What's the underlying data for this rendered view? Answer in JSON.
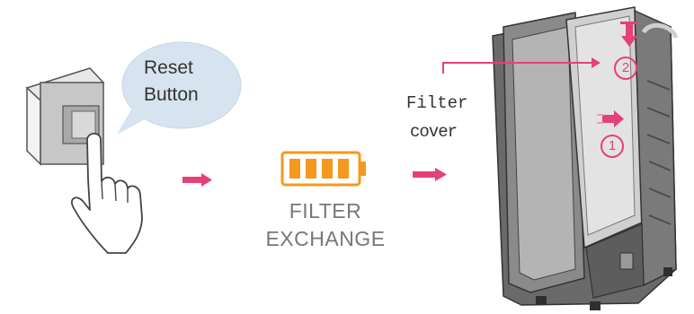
{
  "bubble": {
    "line1": "Reset",
    "line2": "Button"
  },
  "indicator": {
    "line1": "FILTER",
    "line2": "EXCHANGE",
    "segments": 4,
    "color": "#f39a1e"
  },
  "cover": {
    "line1": "Filter",
    "line2": "cover"
  },
  "steps": [
    "1",
    "2"
  ],
  "colors": {
    "arrow": "#e5407a",
    "indicator": "#f39a1e",
    "bubble": "#d7e4f0"
  },
  "icons": [
    "hand-pointer-icon",
    "reset-button-panel",
    "filter-indicator-icon",
    "air-purifier-illustration",
    "arrow-right-icon"
  ]
}
